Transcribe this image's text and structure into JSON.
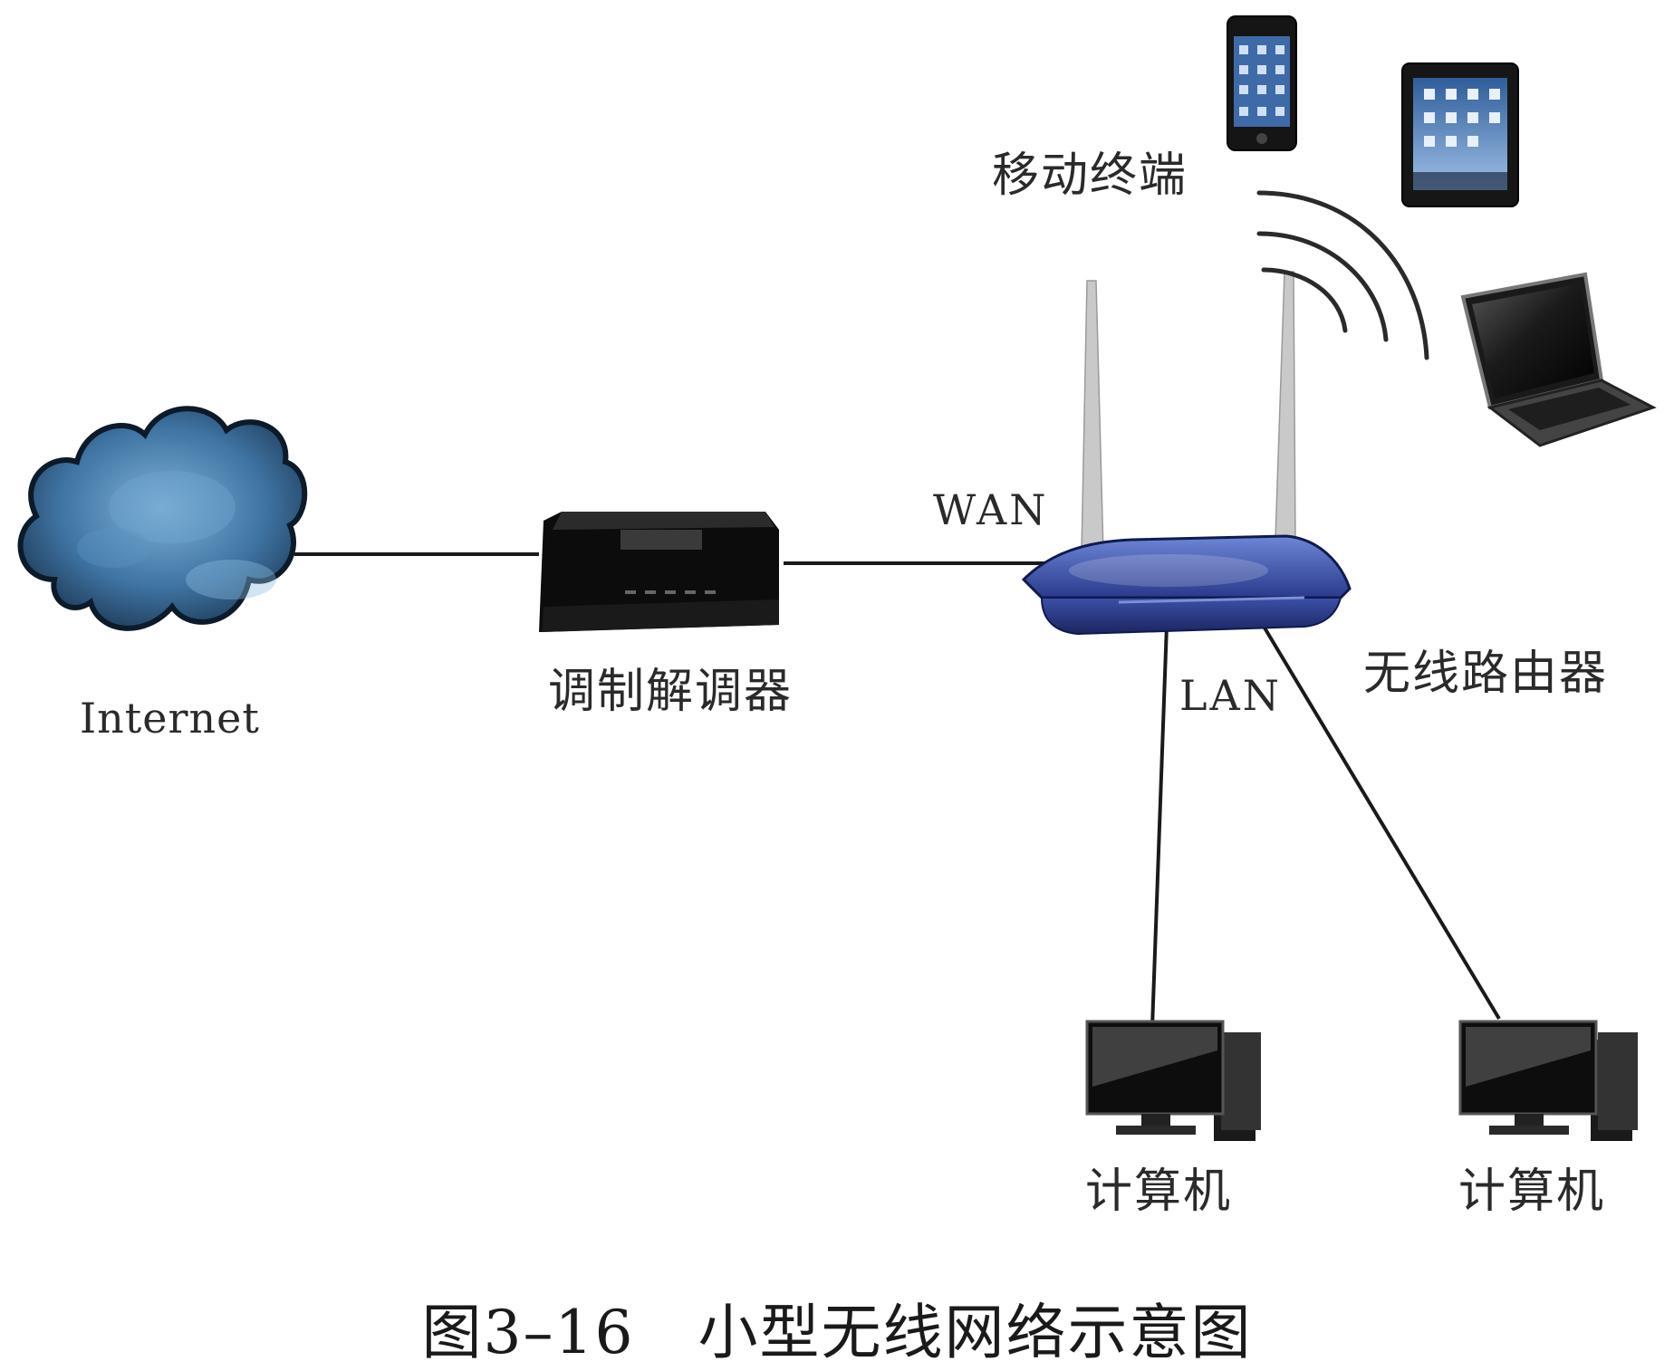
{
  "labels": {
    "internet": "Internet",
    "modem": "调制解调器",
    "wan": "WAN",
    "lan": "LAN",
    "router": "无线路由器",
    "mobile": "移动终端",
    "computer1": "计算机",
    "computer2": "计算机"
  },
  "caption": {
    "number": "图3–16",
    "title": "小型无线网络示意图"
  },
  "icons": {
    "internet": "cloud-icon",
    "modem": "modem-icon",
    "router": "wireless-router-icon",
    "phone": "smartphone-icon",
    "tablet": "tablet-icon",
    "laptop": "laptop-icon",
    "computer": "desktop-computer-icon",
    "wifi": "wifi-signal-icon"
  },
  "colors": {
    "cloud": "#3a6d99",
    "router": "#2d3f8f",
    "device": "#111111",
    "line": "#1a1a1a"
  }
}
